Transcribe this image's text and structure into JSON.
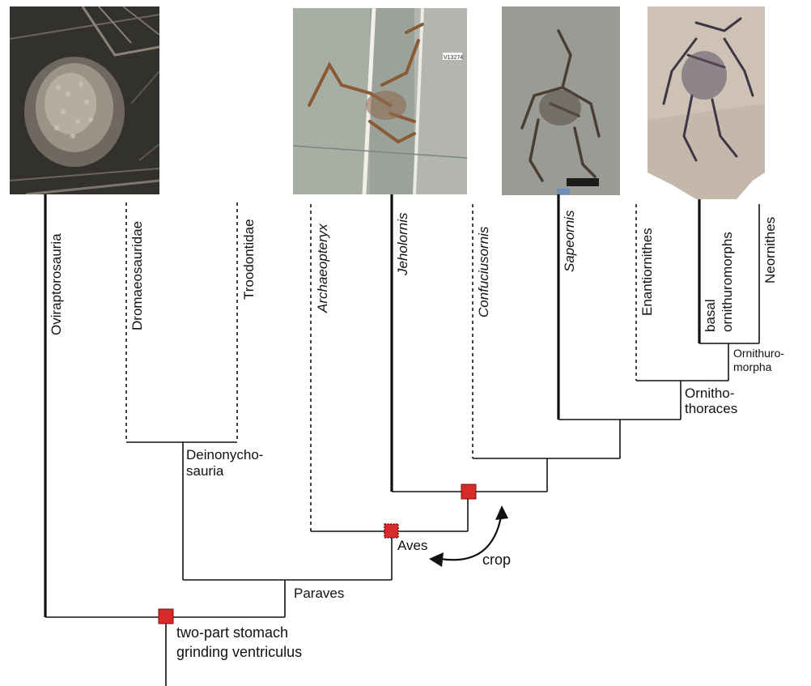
{
  "colors": {
    "branch": "#111111",
    "marker": "#d92a2a",
    "marker_border": "#7a1010"
  },
  "photos": [
    {
      "name": "oviraptorosaur-fossil-photo",
      "tone": "dark-rock"
    },
    {
      "name": "jeholornis-fossil-photo",
      "tone": "grey-slab",
      "specimen_tag": "V13274"
    },
    {
      "name": "sapeornis-fossil-photo",
      "tone": "grey-slab"
    },
    {
      "name": "ornithuromorph-fossil-photo",
      "tone": "beige-slab"
    }
  ],
  "taxa": {
    "oviraptorosauria": "Oviraptorosauria",
    "dromaeosauridae": "Dromaeosauridae",
    "troodontidae": "Troodontidae",
    "archaeopteryx": "Archaeopteryx",
    "jeholornis": "Jeholornis",
    "confuciusornis": "Confuciusornis",
    "sapeornis": "Sapeornis",
    "enantiornithes": "Enantiornithes",
    "basal_ornithuromorphs_line1": "basal",
    "basal_ornithuromorphs_line2": "ornithuromorphs",
    "neornithes": "Neornithes"
  },
  "clades": {
    "deinonychosauria_line1": "Deinonycho-",
    "deinonychosauria_line2": "sauria",
    "paraves": "Paraves",
    "aves": "Aves",
    "ornithothoraces_line1": "Ornitho-",
    "ornithothoraces_line2": "thoraces",
    "ornithuromorpha_line1": "Ornithuro-",
    "ornithuromorpha_line2": "morpha"
  },
  "annotations": {
    "stomach_line1": "two-part stomach",
    "stomach_line2": "grinding ventriculus",
    "crop": "crop"
  }
}
